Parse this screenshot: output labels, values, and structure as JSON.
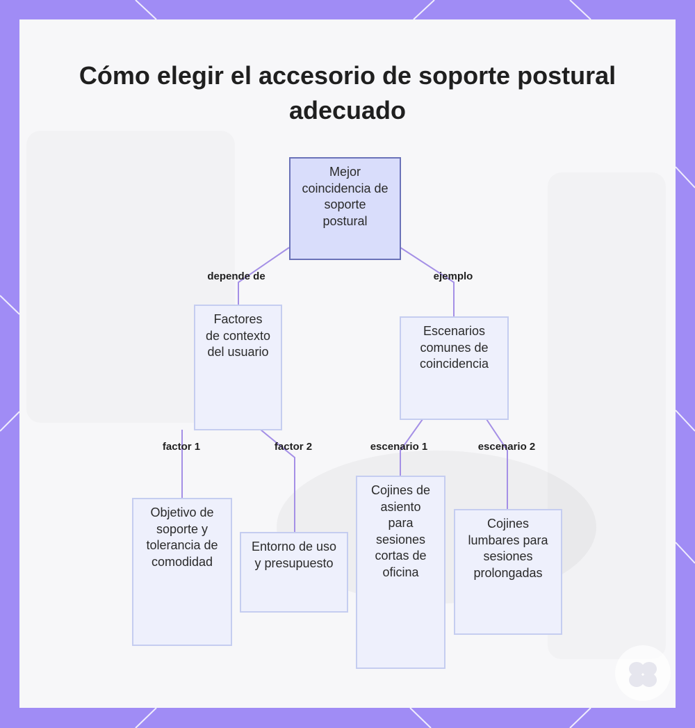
{
  "title": "Cómo elegir el accesorio de soporte postural adecuado",
  "colors": {
    "frame": "#a08cf5",
    "panel": "#f7f7f9",
    "node_fill": "#eef0fc",
    "node_border": "#c5cdf0",
    "root_fill": "#d9ddfb",
    "root_border": "#6a72b8",
    "edge": "#a48fe6"
  },
  "nodes": {
    "root": "Mejor coincidencia de soporte postural",
    "context": "Factores de contexto del usuario",
    "scenarios": "Escenarios comunes de coincidencia",
    "objective": "Objetivo de soporte y tolerancia de comodidad",
    "environment": "Entorno de uso y presupuesto",
    "seat_cushions": "Cojines de asiento para sesiones cortas de oficina",
    "lumbar_cushions": "Cojines lumbares para sesiones prolongadas"
  },
  "edges": {
    "depends_on": "depende de",
    "example": "ejemplo",
    "factor1": "factor 1",
    "factor2": "factor 2",
    "scenario1": "escenario 1",
    "scenario2": "escenario 2"
  },
  "logo_icon": "brain-logo-icon"
}
